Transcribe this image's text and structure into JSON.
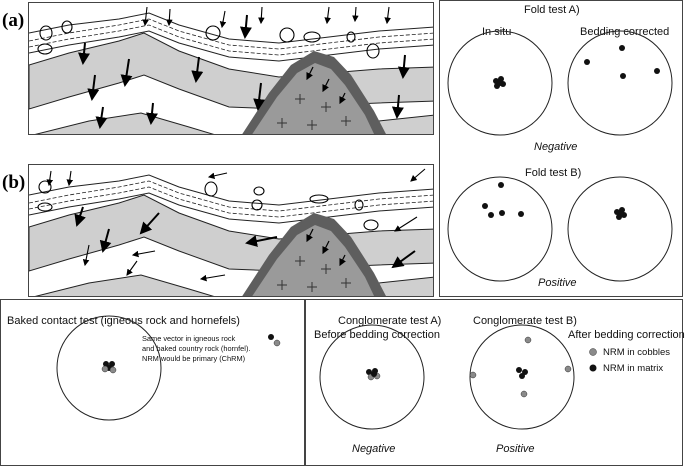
{
  "panel_labels": {
    "a": "(a)",
    "b": "(b)"
  },
  "fold_test": {
    "title_a": "Fold test A)",
    "in_situ_label": "In situ",
    "bedding_corrected_label": "Bedding corrected",
    "result_a": "Negative",
    "title_b": "Fold test B)",
    "result_b": "Positive"
  },
  "baked_contact": {
    "title": "Baked contact test (igneous rock and hornefels)",
    "legend_line1": "Same vector in igneous rock",
    "legend_line2": "and baked country rock (hornfel).",
    "legend_line3": "NRM would be primary (ChRM)"
  },
  "conglomerate": {
    "title_a": "Conglomerate test A)",
    "before_label": "Before bedding correction",
    "title_b": "Conglomerate test B)",
    "after_label": "After bedding correction",
    "legend_cobbles": "NRM in cobbles",
    "legend_matrix": "NRM in matrix",
    "result_a": "Negative",
    "result_b": "Positive"
  },
  "colors": {
    "layer_gray": "#cfcfcf",
    "intrusion": "#9a9a9a",
    "aureole": "#5e5e5e",
    "dot_black": "#111111",
    "dot_gray": "#8a8a8a"
  }
}
